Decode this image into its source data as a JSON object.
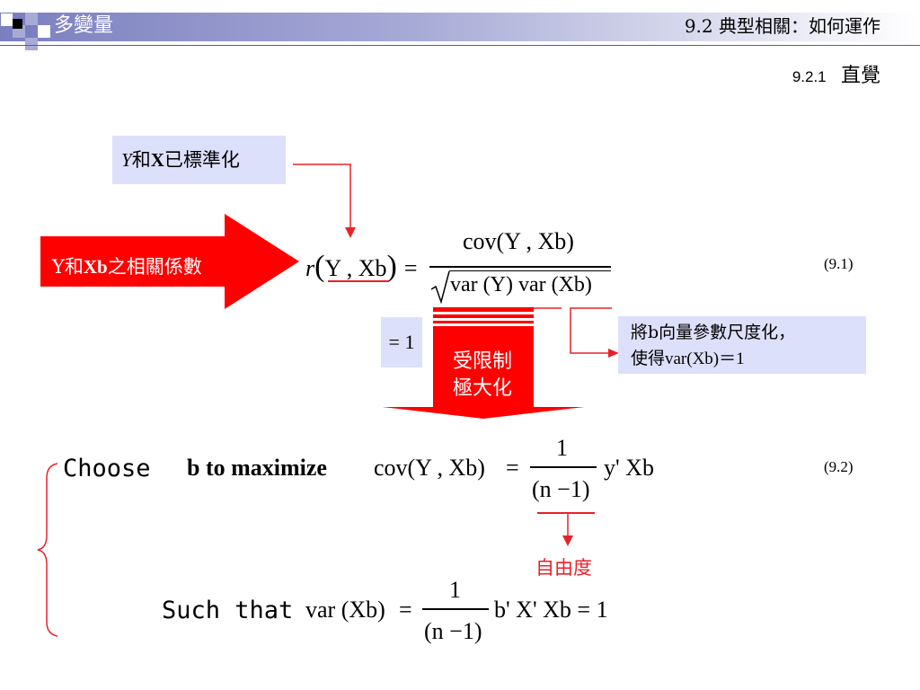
{
  "header": {
    "section_title": "多變量",
    "section_ref": "9.2  典型相關：如何運作",
    "subsection_number": "9.2.1",
    "subsection_title": "直覺"
  },
  "callouts": {
    "standardized_y": "Y",
    "standardized_and": "和",
    "standardized_x": "X",
    "standardized_rest": "已標準化",
    "arrow_text_1": "Y和",
    "arrow_text_bold": "Xb",
    "arrow_text_2": "之相關係數",
    "equals_one": "= 1",
    "scale_line1": "將b向量參數尺度化，",
    "scale_line2": "使得var(Xb)＝1",
    "maximize_line1": "受限制",
    "maximize_line2": "極大化",
    "dof": "自由度"
  },
  "equations": {
    "eq1": {
      "lhs_r": "r",
      "lhs_args": "Y , Xb",
      "numerator": "cov(Y , Xb)",
      "denominator": "var (Y) var (Xb)",
      "number": "(9.1)"
    },
    "eq2": {
      "choose": "Choose",
      "goal": "b to maximize",
      "cov": "cov(Y , Xb)",
      "equals": "=",
      "frac_num": "1",
      "frac_den": "(n −1)",
      "tail": "y' Xb",
      "number": "(9.2)"
    },
    "eq3": {
      "such_that": "Such that",
      "var": "var (Xb)",
      "equals": "=",
      "frac_num": "1",
      "frac_den": "(n −1)",
      "tail": "b' X' Xb = 1"
    }
  },
  "colors": {
    "accent_red": "#e8222a",
    "box_lavender": "#dde0fb",
    "header_purple": "#7b7fbf"
  }
}
